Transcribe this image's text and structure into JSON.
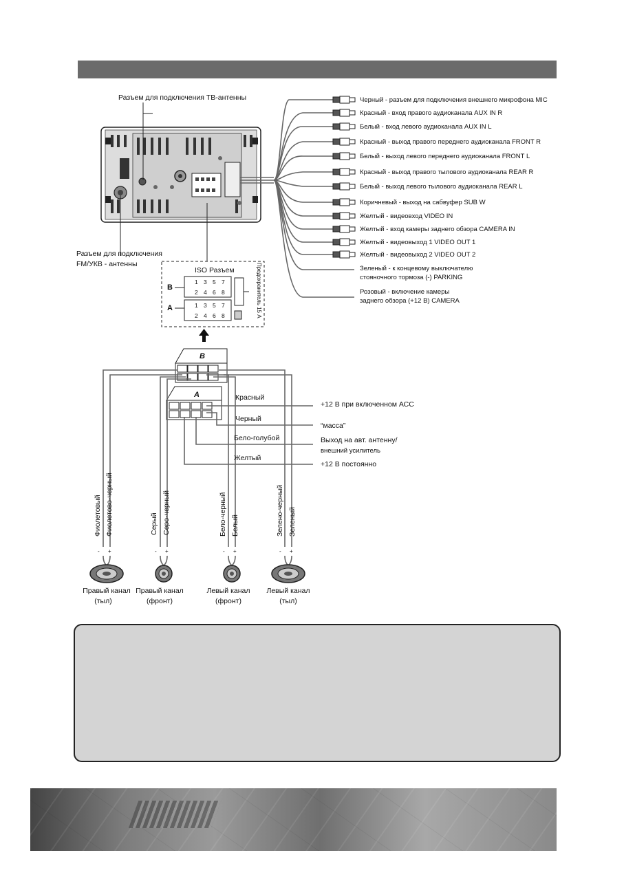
{
  "top_labels": {
    "tv_antenna": "Разъем для подключения ТВ-антенны",
    "fm_antenna_line1": "Разъем для подключения",
    "fm_antenna_line2": "FM/УКВ - антенны"
  },
  "rca_outputs": [
    "Черный - разъем для подключения внешнего микрофона MIC",
    "Красный - вход правого аудиоканала AUX IN R",
    "Белый - вход левого аудиоканала AUX IN L",
    "Красный - выход правого переднего аудиоканала FRONT R",
    "Белый - выход левого переднего аудиоканала FRONT L",
    "Красный - выход правого тылового аудиоканала REAR R",
    "Белый - выход левого тылового аудиоканала REAR L",
    "Коричневый - выход на сабвуфер SUB W",
    "Желтый - видеовход VIDEO IN",
    "Желтый - вход камеры заднего обзора CAMERA IN",
    "Желтый - видеовыход 1 VIDEO OUT 1",
    "Желтый - видеовыход 2 VIDEO OUT 2"
  ],
  "parking": {
    "line1": "Зеленый - к концевому выключателю",
    "line2": "стояночного тормоза (-) PARKING"
  },
  "camera_power": {
    "line1": "Розовый - включение камеры",
    "line2": "заднего обзора (+12 В) CAMERA"
  },
  "iso": {
    "title": "ISO Разъем",
    "fuse": "Предохранитель 15 А",
    "row_b": "B",
    "row_a": "A",
    "pins_top": [
      "1",
      "3",
      "5",
      "7"
    ],
    "pins_bottom": [
      "2",
      "4",
      "6",
      "8"
    ]
  },
  "connector_letters": {
    "b": "B",
    "a": "A"
  },
  "power_wires": [
    {
      "color": "Красный",
      "desc": "+12 В при включенном АСС"
    },
    {
      "color": "Черный",
      "desc": "“масса”"
    },
    {
      "color": "Бело-голубой",
      "desc": "Выход на авт. антенну/",
      "desc2": "внешний усилитель"
    },
    {
      "color": "Желтый",
      "desc": "+12 В постоянно"
    }
  ],
  "speaker_wires": [
    "Фиолетовый",
    "Фиолетово-черный",
    "Серый",
    "Серо-черный",
    "Бело-черный",
    "Белый",
    "Зелено-черный",
    "Зеленый"
  ],
  "speakers": [
    {
      "line1": "Правый канал",
      "line2": "(тыл)"
    },
    {
      "line1": "Правый канал",
      "line2": "(фронт)"
    },
    {
      "line1": "Левый канал",
      "line2": "(фронт)"
    },
    {
      "line1": "Левый канал",
      "line2": "(тыл)"
    }
  ],
  "polarity": {
    "minus": "-",
    "plus": "+"
  }
}
